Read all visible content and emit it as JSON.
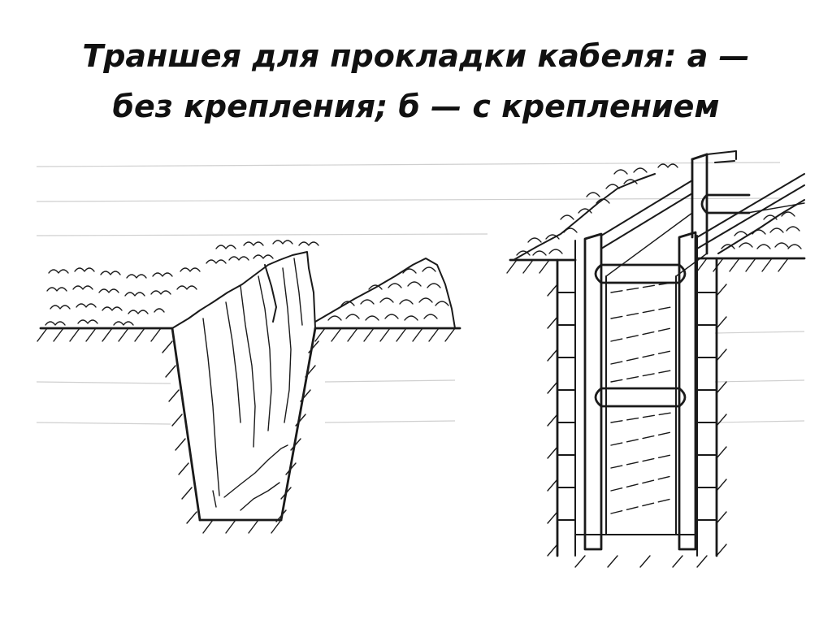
{
  "slide": {
    "title_line1": "Траншея для прокладки кабеля: а —",
    "title_line2": "без крепления; б — с креплением"
  },
  "figure": {
    "panels": [
      {
        "id": "a",
        "depicts": "trench without shoring"
      },
      {
        "id": "b",
        "depicts": "trench with shoring"
      }
    ],
    "colors": {
      "ink": "#1a1a1a",
      "ghost": "#cfcfcf",
      "background": "#ffffff"
    }
  }
}
